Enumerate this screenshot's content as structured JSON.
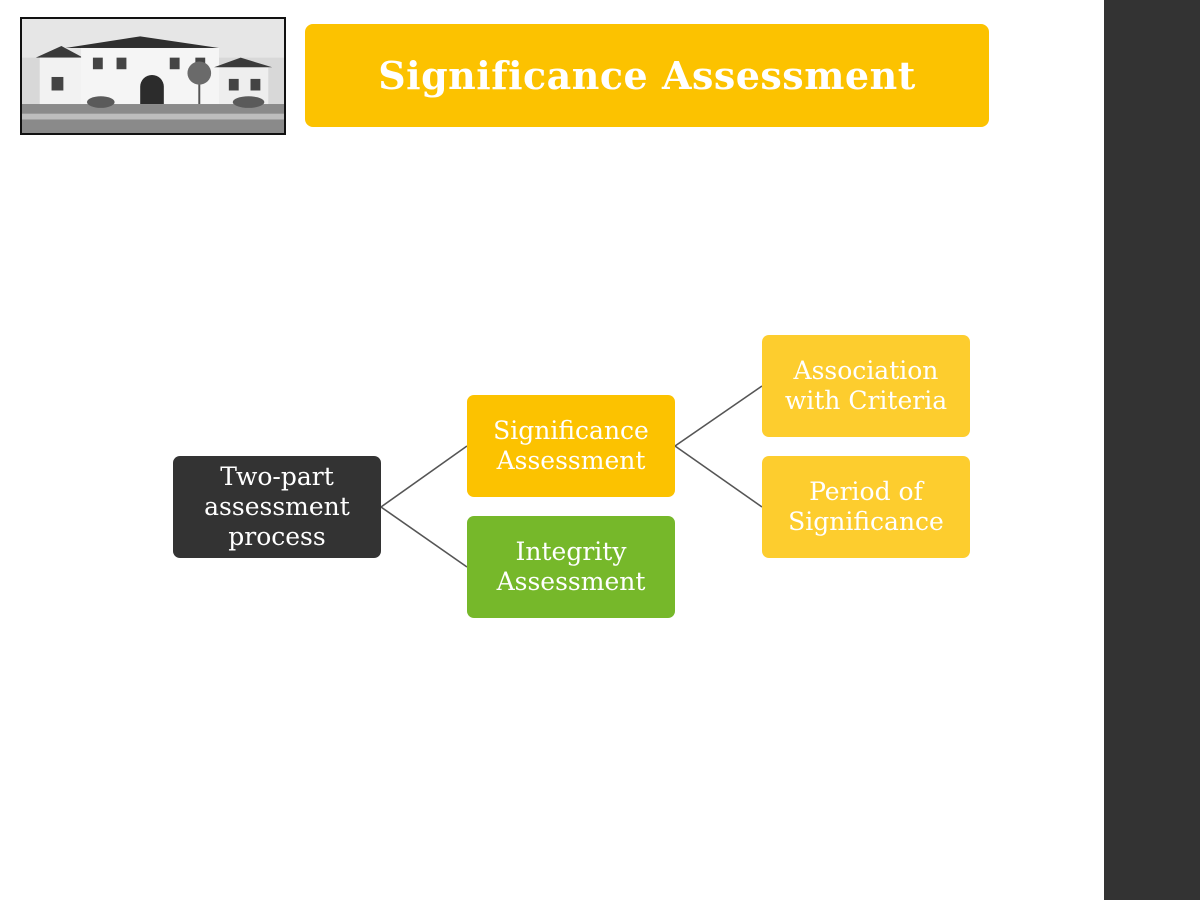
{
  "title": "Significance Assessment",
  "diagram": {
    "root": "Two-part\nassessment\nprocess",
    "significance": "Significance\nAssessment",
    "integrity": "Integrity\nAssessment",
    "association": "Association\nwith Criteria",
    "period": "Period of\nSignificance"
  },
  "colors": {
    "accent": "#fcc200",
    "accent_light": "#fdcd2e",
    "green": "#76b82a",
    "dark": "#333333"
  }
}
